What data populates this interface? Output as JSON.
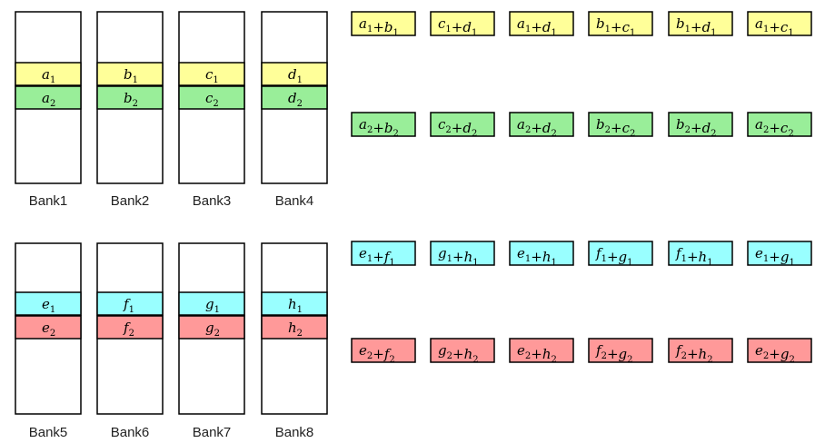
{
  "colors": {
    "yellow": "#ffff99",
    "green": "#99ee99",
    "cyan": "#99ffff",
    "red": "#ff9999",
    "outline": "#000000"
  },
  "banks": [
    {
      "label": "Bank1",
      "cells": [
        {
          "var": "a",
          "sub": "1",
          "color": "yellow"
        },
        {
          "var": "a",
          "sub": "2",
          "color": "green"
        }
      ]
    },
    {
      "label": "Bank2",
      "cells": [
        {
          "var": "b",
          "sub": "1",
          "color": "yellow"
        },
        {
          "var": "b",
          "sub": "2",
          "color": "green"
        }
      ]
    },
    {
      "label": "Bank3",
      "cells": [
        {
          "var": "c",
          "sub": "1",
          "color": "yellow"
        },
        {
          "var": "c",
          "sub": "2",
          "color": "green"
        }
      ]
    },
    {
      "label": "Bank4",
      "cells": [
        {
          "var": "d",
          "sub": "1",
          "color": "yellow"
        },
        {
          "var": "d",
          "sub": "2",
          "color": "green"
        }
      ]
    },
    {
      "label": "Bank5",
      "cells": [
        {
          "var": "e",
          "sub": "1",
          "color": "cyan"
        },
        {
          "var": "e",
          "sub": "2",
          "color": "red"
        }
      ]
    },
    {
      "label": "Bank6",
      "cells": [
        {
          "var": "f",
          "sub": "1",
          "color": "cyan"
        },
        {
          "var": "f",
          "sub": "2",
          "color": "red"
        }
      ]
    },
    {
      "label": "Bank7",
      "cells": [
        {
          "var": "g",
          "sub": "1",
          "color": "cyan"
        },
        {
          "var": "g",
          "sub": "2",
          "color": "red"
        }
      ]
    },
    {
      "label": "Bank8",
      "cells": [
        {
          "var": "h",
          "sub": "1",
          "color": "cyan"
        },
        {
          "var": "h",
          "sub": "2",
          "color": "red"
        }
      ]
    }
  ],
  "sum_rows": [
    {
      "color": "yellow",
      "sub": "1",
      "pairs": [
        [
          "a",
          "b"
        ],
        [
          "c",
          "d"
        ],
        [
          "a",
          "d"
        ],
        [
          "b",
          "c"
        ],
        [
          "b",
          "d"
        ],
        [
          "a",
          "c"
        ]
      ]
    },
    {
      "color": "green",
      "sub": "2",
      "pairs": [
        [
          "a",
          "b"
        ],
        [
          "c",
          "d"
        ],
        [
          "a",
          "d"
        ],
        [
          "b",
          "c"
        ],
        [
          "b",
          "d"
        ],
        [
          "a",
          "c"
        ]
      ]
    },
    {
      "color": "cyan",
      "sub": "1",
      "pairs": [
        [
          "e",
          "f"
        ],
        [
          "g",
          "h"
        ],
        [
          "e",
          "h"
        ],
        [
          "f",
          "g"
        ],
        [
          "f",
          "h"
        ],
        [
          "e",
          "g"
        ]
      ]
    },
    {
      "color": "red",
      "sub": "2",
      "pairs": [
        [
          "e",
          "f"
        ],
        [
          "g",
          "h"
        ],
        [
          "e",
          "h"
        ],
        [
          "f",
          "g"
        ],
        [
          "f",
          "h"
        ],
        [
          "e",
          "g"
        ]
      ]
    }
  ]
}
